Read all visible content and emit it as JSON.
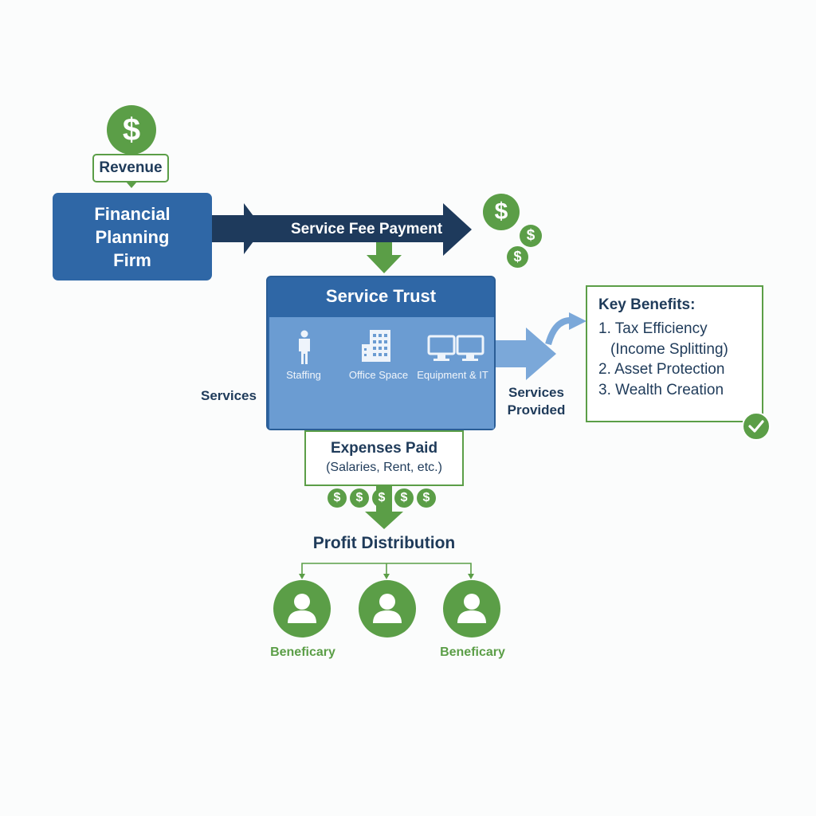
{
  "revenue": {
    "label": "Revenue",
    "icon": "dollar-coin-icon"
  },
  "firm": {
    "line1": "Financial",
    "line2": "Planning",
    "line3": "Firm"
  },
  "service_fee": {
    "label": "Service Fee Payment"
  },
  "coins": {
    "symbol": "$"
  },
  "trust": {
    "title": "Service Trust",
    "services": [
      {
        "label": "Staffing",
        "icon": "person-icon"
      },
      {
        "label": "Office Space",
        "icon": "office-building-icon"
      },
      {
        "label": "Equipment & IT",
        "icon": "computer-monitors-icon"
      }
    ]
  },
  "services_label": "Services",
  "services_provided": {
    "line1": "Services",
    "line2": "Provided"
  },
  "benefits": {
    "title": "Key Benefits:",
    "items": [
      "1. Tax Efficiency",
      "(Income Splitting)",
      "2. Asset Protection",
      "3. Wealth Creation"
    ],
    "icon": "check-circle-icon"
  },
  "expenses": {
    "title": "Expenses Paid",
    "subtitle": "(Salaries, Rent, etc.)"
  },
  "profit": {
    "label": "Profit Distribution"
  },
  "beneficiaries": {
    "label_left": "Beneficary",
    "label_right": "Beneficary",
    "icon": "user-icon"
  },
  "colors": {
    "navy": "#1f3b5a",
    "blue": "#2f67a6",
    "light_blue": "#6b9cd2",
    "green": "#5b9e47",
    "dark_arrow": "#1e3a5c"
  }
}
